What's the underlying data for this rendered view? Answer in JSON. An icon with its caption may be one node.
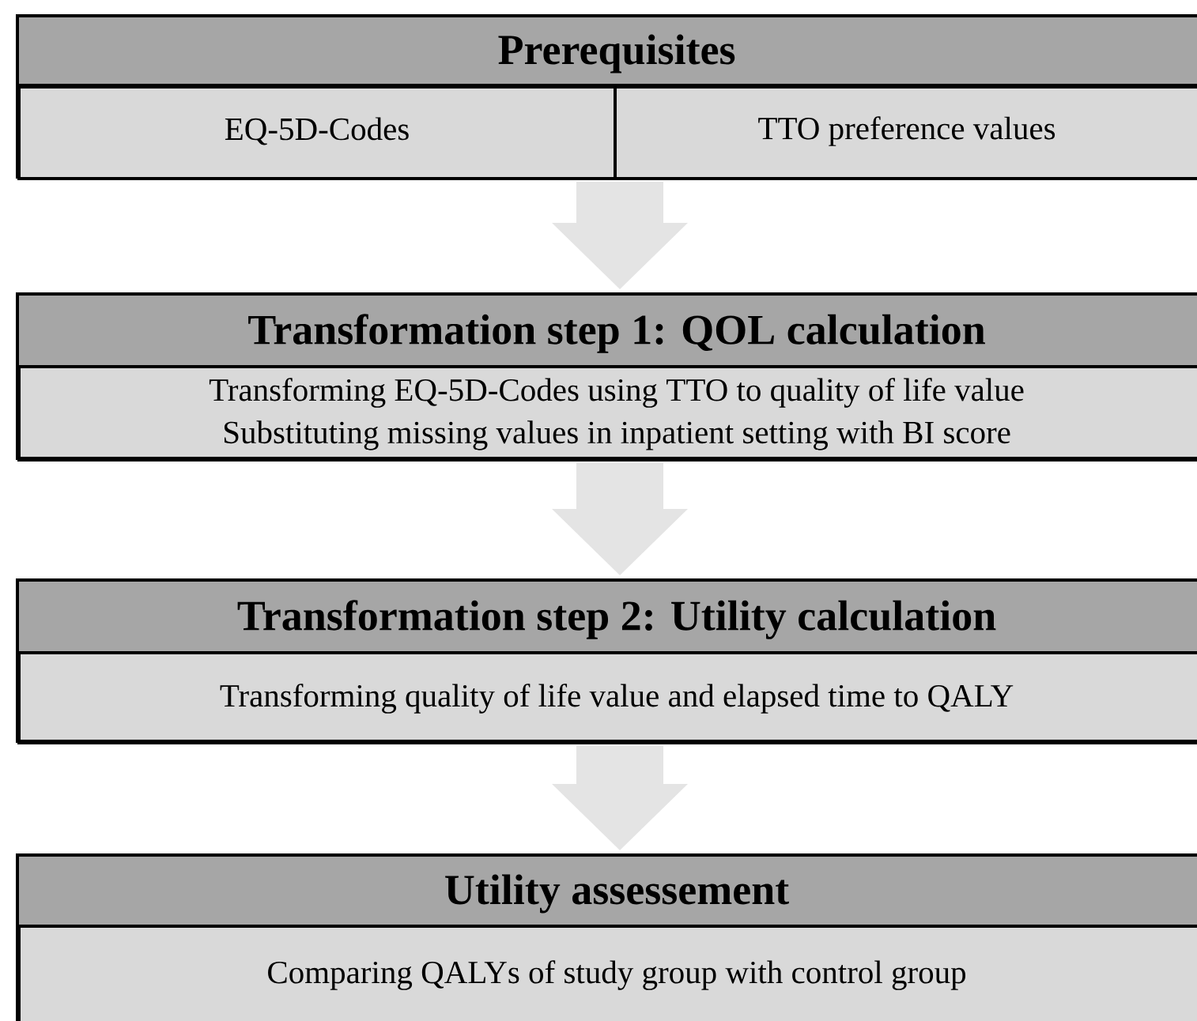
{
  "diagram": {
    "nodes": [
      {
        "text": [
          "Prerequisites"
        ]
      },
      {
        "text": [
          "EQ-5D-Codes"
        ],
        "in": 0
      },
      {
        "text": [
          "TTO preference values"
        ],
        "in": 0
      },
      {
        "text": [
          "Transformation step 1: QOL calculation",
          "Transforming EQ-5D-Codes using TTO to quality of life value",
          "Substituting missing values in inpatient setting with BI score"
        ]
      },
      {
        "text": [
          "Transformation step 2: Utility calculation",
          "Transforming quality of life value and elapsed time to QALY"
        ]
      },
      {
        "text": [
          "Utility assessement",
          "Comparing QALYs of study group with control group"
        ]
      }
    ],
    "edges": [
      {
        "from": 0,
        "to": 3,
        "arrow": "to"
      },
      {
        "from": 3,
        "to": 4,
        "arrow": "to"
      },
      {
        "from": 4,
        "to": 5,
        "arrow": "to"
      }
    ]
  }
}
